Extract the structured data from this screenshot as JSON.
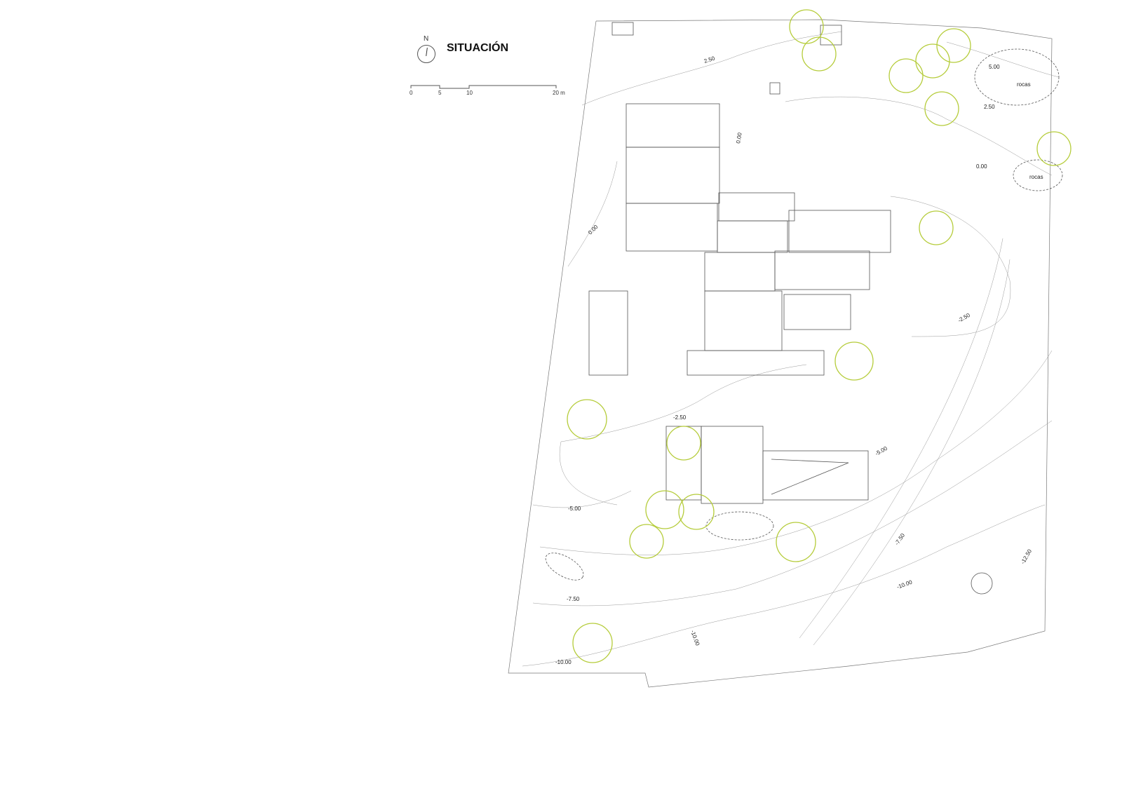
{
  "legend": {
    "title": "SITUACIÓN",
    "north": "N",
    "scale_ticks": [
      "0",
      "5",
      "10",
      "20 m"
    ]
  },
  "plan": {
    "contour_labels": [
      "2.50",
      "5.00",
      "2.50",
      "0.00",
      "0.00",
      "0.00",
      "-2.50",
      "-2.50",
      "-5.00",
      "-5.00",
      "-7.50",
      "-7.50",
      "-10.00",
      "-10.00",
      "-10.00",
      "-12.50"
    ],
    "rock_labels": [
      "rocas",
      "rocas"
    ],
    "tree_color": "#b5cc3a"
  }
}
